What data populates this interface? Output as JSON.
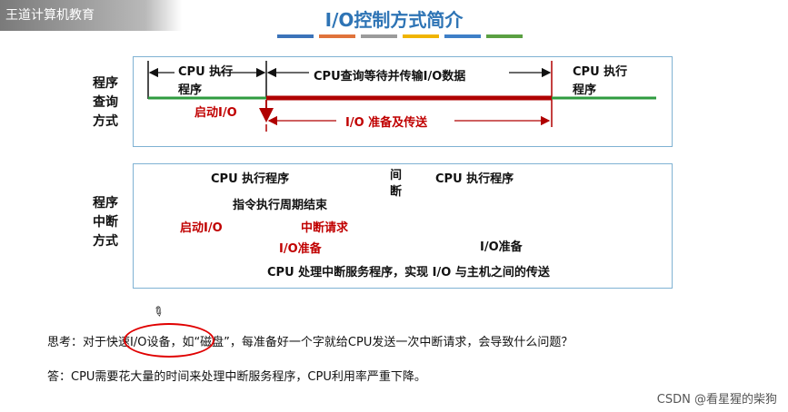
{
  "brand": "王道计算机教育",
  "title": "I/O控制方式简介",
  "title_bars": [
    "#3b73b9",
    "#e0733b",
    "#9b9b9b",
    "#f0b400",
    "#3e7fc7",
    "#5aa042"
  ],
  "programmed": {
    "row_label": [
      "程序",
      "查询",
      "方式"
    ],
    "cpu_exec_left": [
      "CPU 执行",
      "程序"
    ],
    "cpu_wait": "CPU查询等待并传输I/O数据",
    "cpu_exec_right": [
      "CPU 执行",
      "程序"
    ],
    "start_io": "启动I/O",
    "io_prepare_transfer": "I/O 准备及传送"
  },
  "interrupt": {
    "row_label": [
      "程序",
      "中断",
      "方式"
    ],
    "cpu_exec_left": "CPU 执行程序",
    "interrupt_vertical": [
      "间",
      "断"
    ],
    "cpu_exec_right": "CPU 执行程序",
    "instr_cycle_end": "指令执行周期结束",
    "start_io": "启动I/O",
    "interrupt_request": "中断请求",
    "io_prepare_left": "I/O准备",
    "io_prepare_right": "I/O准备",
    "handler_desc": "CPU 处理中断服务程序，实现 I/O 与主机之间的传送"
  },
  "question": "思考：对于快速I/O设备，如“磁盘”，每准备好一个字就给CPU发送一次中断请求，会导致什么问题？",
  "answer": "答：CPU需要花大量的时间来处理中断服务程序，CPU利用率严重下降。",
  "watermark": "CSDN @看星猩的柴狗",
  "colors": {
    "green": "#2e9b3f",
    "darkred": "#b00000",
    "title": "#2e74b5",
    "box_border": "#7fb2d3"
  }
}
